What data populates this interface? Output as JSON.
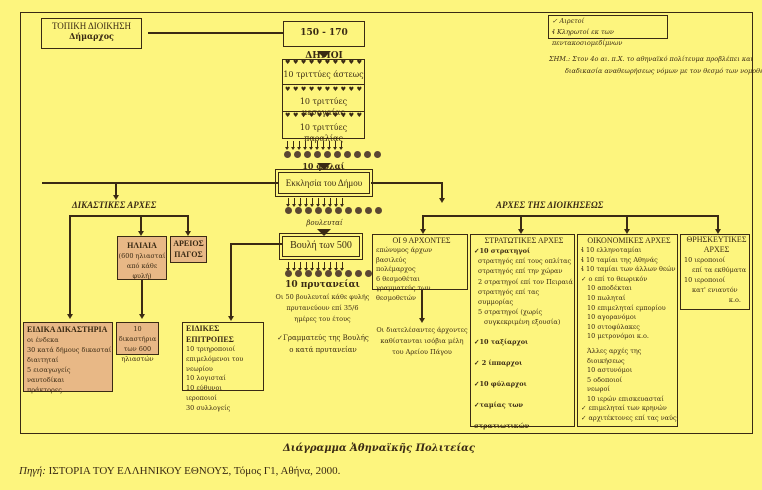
{
  "local_gov": {
    "title": "ΤΟΠΙΚΗ ΔΙΟΙΚΗΣΗ",
    "subtitle": "Δήμαρχος"
  },
  "demes": {
    "label": "150 - 170 ΔΗΜΟΙ"
  },
  "trittyes": [
    {
      "label": "10 τριττύες άστεως"
    },
    {
      "label": "10 τριττύες μεσογαίας"
    },
    {
      "label": "10 τριττύες παραλίας"
    }
  ],
  "phylai": {
    "label": "10 φυλαί",
    "count": 10
  },
  "legend": {
    "elected": {
      "icon": "check-icon",
      "symbol": "✓",
      "label": "Αιρετοί"
    },
    "allotted": {
      "icon": "allot-icon",
      "symbol": "ɬ",
      "label": "Κληρωτοί εκ των πεντακοσιομεδίμνων"
    }
  },
  "note": {
    "line1": "ΣΗΜ.: Στον 4ο αι. π.Χ. το αθηναϊκό πολίτευμα προβλέπει και",
    "line2": "διαδικασία αναθεωρήσεως νόμων με τον θεσμό των νομοθετών."
  },
  "ekklesia": {
    "label": "Εκκλησία του Δήμου"
  },
  "bouleutai": {
    "label": "βουλευταί",
    "count": 10
  },
  "boule": {
    "label": "Βουλή των 500",
    "prytaneiai": "10 πρυτανείαι",
    "desc": [
      "Οι 50 βουλευταί κάθε φυλής",
      "πρυτανεύουν επί 35/6",
      "ημέρες του έτους"
    ],
    "secretary": [
      "✓Γραμματεύς της Βουλής",
      "ο κατά πρυτανείαν"
    ]
  },
  "judicial": {
    "heading": "ΔΙΚΑΣΤΙΚΕΣ ΑΡΧΕΣ",
    "heliaia": {
      "title": "ΗΛΙΑΙΑ",
      "lines": [
        "(600 ηλιασταί",
        "από κάθε φυλή)"
      ]
    },
    "areios_pagos": {
      "title": "ΑΡΕΙΟΣ",
      "title2": "ΠΑΓΟΣ"
    },
    "special_courts": {
      "title": "ΕΙΔΙΚΑ ΔΙΚΑΣΤΗΡΙΑ",
      "items": [
        "οι ένδεκα",
        "30 κατά δήμους δικασταί",
        "διαιτηταί",
        "5 εισαγωγείς",
        "ναυτοδίκαι",
        "πράκτορες"
      ]
    },
    "dikasteria": {
      "lines": [
        "10 δικαστήρια",
        "των 600",
        "ηλιαστών"
      ]
    }
  },
  "committees": {
    "title": "ΕΙΔΙΚΕΣ ΕΠΙΤΡΟΠΕΣ",
    "items": [
      "10 τριηροποιοί",
      "επιμελόμενοι του νεωρίου",
      "10 λογισταί",
      "10 εύθυνοι",
      "ιεροποιοί",
      "30 συλλογείς"
    ]
  },
  "admin": {
    "heading": "ΑΡΧΕΣ ΤΗΣ ΔΙΟΙΚΗΣΕΩΣ",
    "archons": {
      "title": "ΟΙ 9 ΑΡΧΟΝΤΕΣ",
      "items": [
        "επώνυμος άρχων",
        "βασιλεύς",
        "πολέμαρχος",
        "6 θεσμοθέται",
        "γραμματεύς των θεσμοθετών"
      ],
      "note": [
        "Οι διατελέσαντες άρχοντες",
        "καθίστανται ισόβια μέλη",
        "του Αρείου Πάγου"
      ]
    },
    "military": {
      "title": "ΣΤΡΑΤΩΤΙΚΕΣ ΑΡΧΕΣ",
      "items": [
        "✓10 στρατηγοί",
        "στρατηγός επί τους οπλίτας",
        "στρατηγός επί την χώραν",
        "2 στρατηγοί επί τον Πειραιά",
        "στρατηγός επί τας συμμορίας",
        "5 στρατηγοί (χωρίς",
        "συγκεκριμένη εξουσία)"
      ],
      "extra": [
        "✓10 ταξίαρχοι",
        "✓ 2 ίππαρχοι",
        "✓10 φύλαρχοι",
        "✓ταμίας των στρατιωτικών"
      ]
    },
    "financial": {
      "title": "ΟΙΚΟΝΟΜΙΚΕΣ ΑΡΧΕΣ",
      "items": [
        "ɬ 10 ελληνοταμίαι",
        "ɬ 10 ταμίαι της Αθηνάς",
        "ɬ 10 ταμίαι των άλλων θεών",
        "✓ ο επί το θεωρικόν",
        "10 αποδέκται",
        "10 πωληταί",
        "10 επιμεληταί εμπορίου",
        "10 αγορανόμοι",
        "10 σιτοφύλακες",
        "10 μετρονόμοι κ.ο."
      ],
      "other_title": "Άλλες αρχές της διοικήσεως",
      "other": [
        "10 αστυνόμοι",
        "5 οδοποιοί",
        "νεωροί",
        "10 ιερών επισκευασταί",
        "✓ επιμεληταί των κρηνών",
        "✓ αρχιτέκτονες επί τας ναύς"
      ]
    },
    "religious": {
      "title": "ΘΡΗΣΚΕΥΤΙΚΕΣ",
      "title2": "ΑΡΧΕΣ",
      "items": [
        "10 ιεροποιοί",
        "επί τα εκθύματα",
        "10 ιεροποιοί",
        "κατ' ενιαυτόν",
        "κ.ο."
      ]
    }
  },
  "caption": {
    "title": "Διάγραμμα Ἀθηναϊκῆς Πολιτείας",
    "source_label": "Πηγή:",
    "source": "ΙΣΤΟΡΙΑ ΤΟΥ ΕΛΛΗΝΙΚΟΥ ΕΘΝΟΥΣ, Τόμος Γ1, Αθήνα, 2000."
  }
}
